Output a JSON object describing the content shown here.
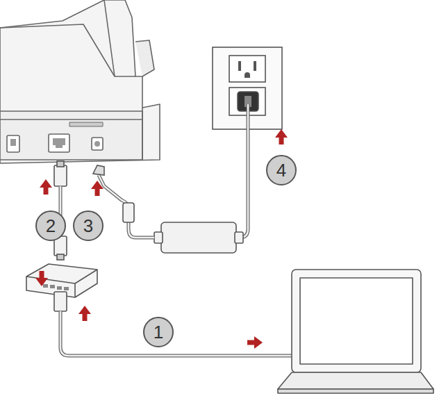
{
  "diagram": {
    "labels": [
      "4",
      "2",
      "3",
      "1"
    ]
  }
}
